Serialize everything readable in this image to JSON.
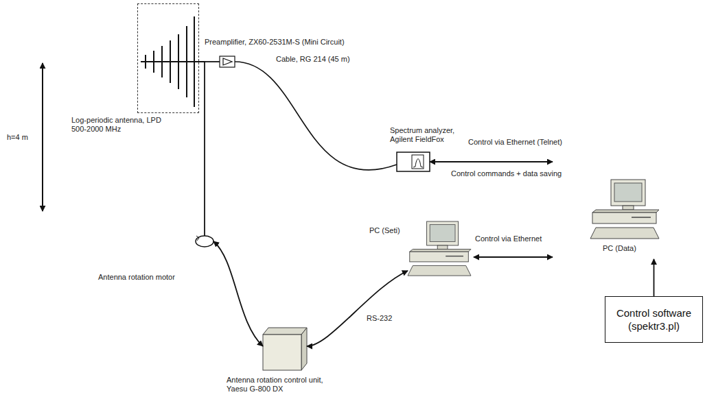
{
  "diagram": {
    "nodes": [
      {
        "text": [
          "Log-periodic antenna, LPD 500-2000 MHz"
        ]
      },
      {
        "text": [
          "Preamplifier, ZX60-2531M-S (Mini Circuit)"
        ]
      },
      {
        "text": [
          "Spectrum analyzer, Agilent FieldFox"
        ]
      },
      {
        "text": [
          "PC (Data)"
        ]
      },
      {
        "text": [
          "Control software (spektr3.pl)"
        ]
      },
      {
        "text": [
          "PC (Seti)"
        ]
      },
      {
        "text": [
          "Antenna rotation motor"
        ]
      },
      {
        "text": [
          "Antenna rotation control unit, Yaesu G-800 DX"
        ]
      }
    ],
    "edges": [
      {
        "from": 0,
        "to": 1,
        "arrow": "none"
      },
      {
        "from": 1,
        "to": 2,
        "label": "Cable, RG 214 (45 m)",
        "arrow": "none"
      },
      {
        "from": 0,
        "to": 6,
        "arrow": "none"
      },
      {
        "from": 2,
        "to": 3,
        "label": "Control via Ethernet (Telnet)",
        "arrow": "both"
      },
      {
        "from": 4,
        "to": 3,
        "arrow": "to"
      },
      {
        "from": 5,
        "to": 3,
        "label": "Control via Ethernet",
        "arrow": "both"
      },
      {
        "from": 5,
        "to": 7,
        "label": "RS-232",
        "arrow": "both"
      },
      {
        "from": 6,
        "to": 7,
        "arrow": "both"
      }
    ],
    "labels": [
      "h=4 m",
      "Control commands + data saving"
    ]
  }
}
